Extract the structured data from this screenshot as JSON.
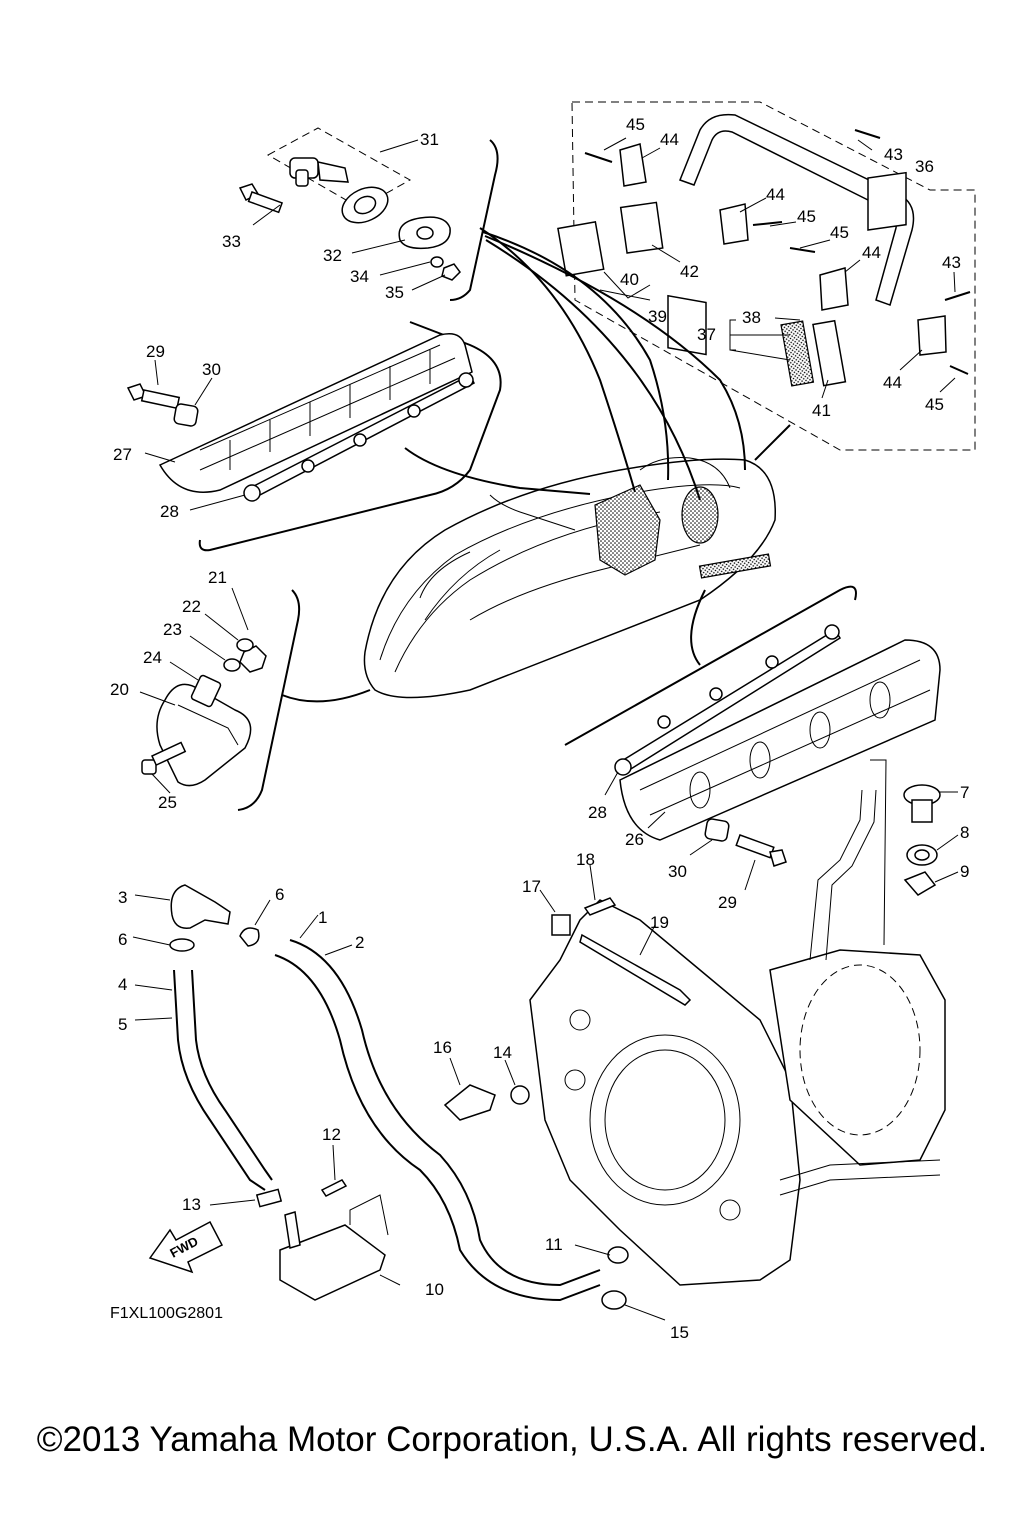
{
  "diagram": {
    "drawing_code": "F1XL100G2801",
    "fwd_label": "FWD",
    "copyright": "©2013 Yamaha Motor Corporation, U.S.A. All rights reserved.",
    "callouts": [
      {
        "id": "c1",
        "text": "1"
      },
      {
        "id": "c2",
        "text": "2"
      },
      {
        "id": "c3",
        "text": "3"
      },
      {
        "id": "c4",
        "text": "4"
      },
      {
        "id": "c5",
        "text": "5"
      },
      {
        "id": "c6a",
        "text": "6"
      },
      {
        "id": "c6b",
        "text": "6"
      },
      {
        "id": "c7",
        "text": "7"
      },
      {
        "id": "c8",
        "text": "8"
      },
      {
        "id": "c9",
        "text": "9"
      },
      {
        "id": "c10",
        "text": "10"
      },
      {
        "id": "c11",
        "text": "11"
      },
      {
        "id": "c12",
        "text": "12"
      },
      {
        "id": "c13",
        "text": "13"
      },
      {
        "id": "c14",
        "text": "14"
      },
      {
        "id": "c15",
        "text": "15"
      },
      {
        "id": "c16",
        "text": "16"
      },
      {
        "id": "c17",
        "text": "17"
      },
      {
        "id": "c18",
        "text": "18"
      },
      {
        "id": "c19",
        "text": "19"
      },
      {
        "id": "c20",
        "text": "20"
      },
      {
        "id": "c21",
        "text": "21"
      },
      {
        "id": "c22",
        "text": "22"
      },
      {
        "id": "c23",
        "text": "23"
      },
      {
        "id": "c24",
        "text": "24"
      },
      {
        "id": "c25",
        "text": "25"
      },
      {
        "id": "c26",
        "text": "26"
      },
      {
        "id": "c27",
        "text": "27"
      },
      {
        "id": "c28a",
        "text": "28"
      },
      {
        "id": "c28b",
        "text": "28"
      },
      {
        "id": "c29a",
        "text": "29"
      },
      {
        "id": "c29b",
        "text": "29"
      },
      {
        "id": "c30a",
        "text": "30"
      },
      {
        "id": "c30b",
        "text": "30"
      },
      {
        "id": "c31",
        "text": "31"
      },
      {
        "id": "c32",
        "text": "32"
      },
      {
        "id": "c33",
        "text": "33"
      },
      {
        "id": "c34",
        "text": "34"
      },
      {
        "id": "c35",
        "text": "35"
      },
      {
        "id": "c36",
        "text": "36"
      },
      {
        "id": "c37",
        "text": "37"
      },
      {
        "id": "c38",
        "text": "38"
      },
      {
        "id": "c39",
        "text": "39"
      },
      {
        "id": "c40",
        "text": "40"
      },
      {
        "id": "c41",
        "text": "41"
      },
      {
        "id": "c42",
        "text": "42"
      },
      {
        "id": "c43a",
        "text": "43"
      },
      {
        "id": "c43b",
        "text": "43"
      },
      {
        "id": "c44a",
        "text": "44"
      },
      {
        "id": "c44b",
        "text": "44"
      },
      {
        "id": "c44c",
        "text": "44"
      },
      {
        "id": "c44d",
        "text": "44"
      },
      {
        "id": "c45a",
        "text": "45"
      },
      {
        "id": "c45b",
        "text": "45"
      },
      {
        "id": "c45c",
        "text": "45"
      },
      {
        "id": "c45d",
        "text": "45"
      }
    ]
  }
}
